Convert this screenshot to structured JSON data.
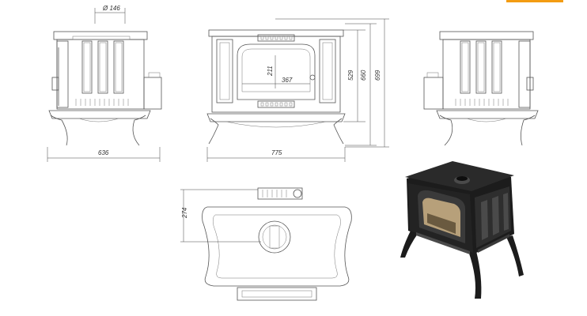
{
  "colors": {
    "accent": "#f39c12",
    "line": "#555555",
    "stove_body": "#1c1c1c",
    "stove_highlight": "#4a4a4a",
    "fire_glow": "#b7a07a"
  },
  "dimensions": {
    "flue_diameter": "Ø 146",
    "side_depth": "636",
    "front_width": "775",
    "firebox_height": "211",
    "firebox_width": "367",
    "door_height": "529",
    "body_height": "660",
    "total_height": "699",
    "top_depth": "274"
  }
}
